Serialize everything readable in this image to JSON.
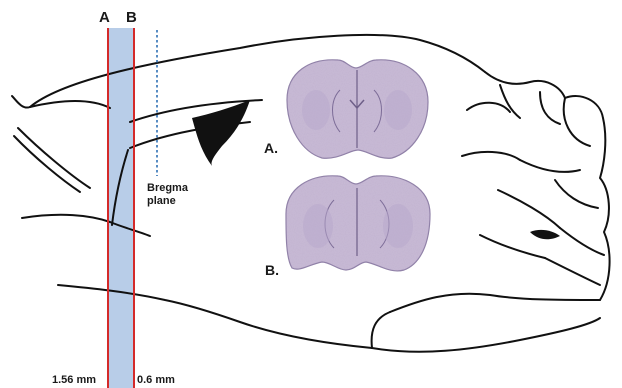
{
  "planes": {
    "a_label": "A",
    "b_label": "B",
    "a_distance": "1.56 mm",
    "b_distance": "0.6 mm",
    "line_color": "#d42a2a",
    "band_color": "#b8cde8"
  },
  "bregma": {
    "line1": "Bregma",
    "line2": "plane",
    "line_color": "#2e6fb4"
  },
  "sections": {
    "a_label": "A.",
    "b_label": "B.",
    "stain_color": "#c9bcd6"
  }
}
